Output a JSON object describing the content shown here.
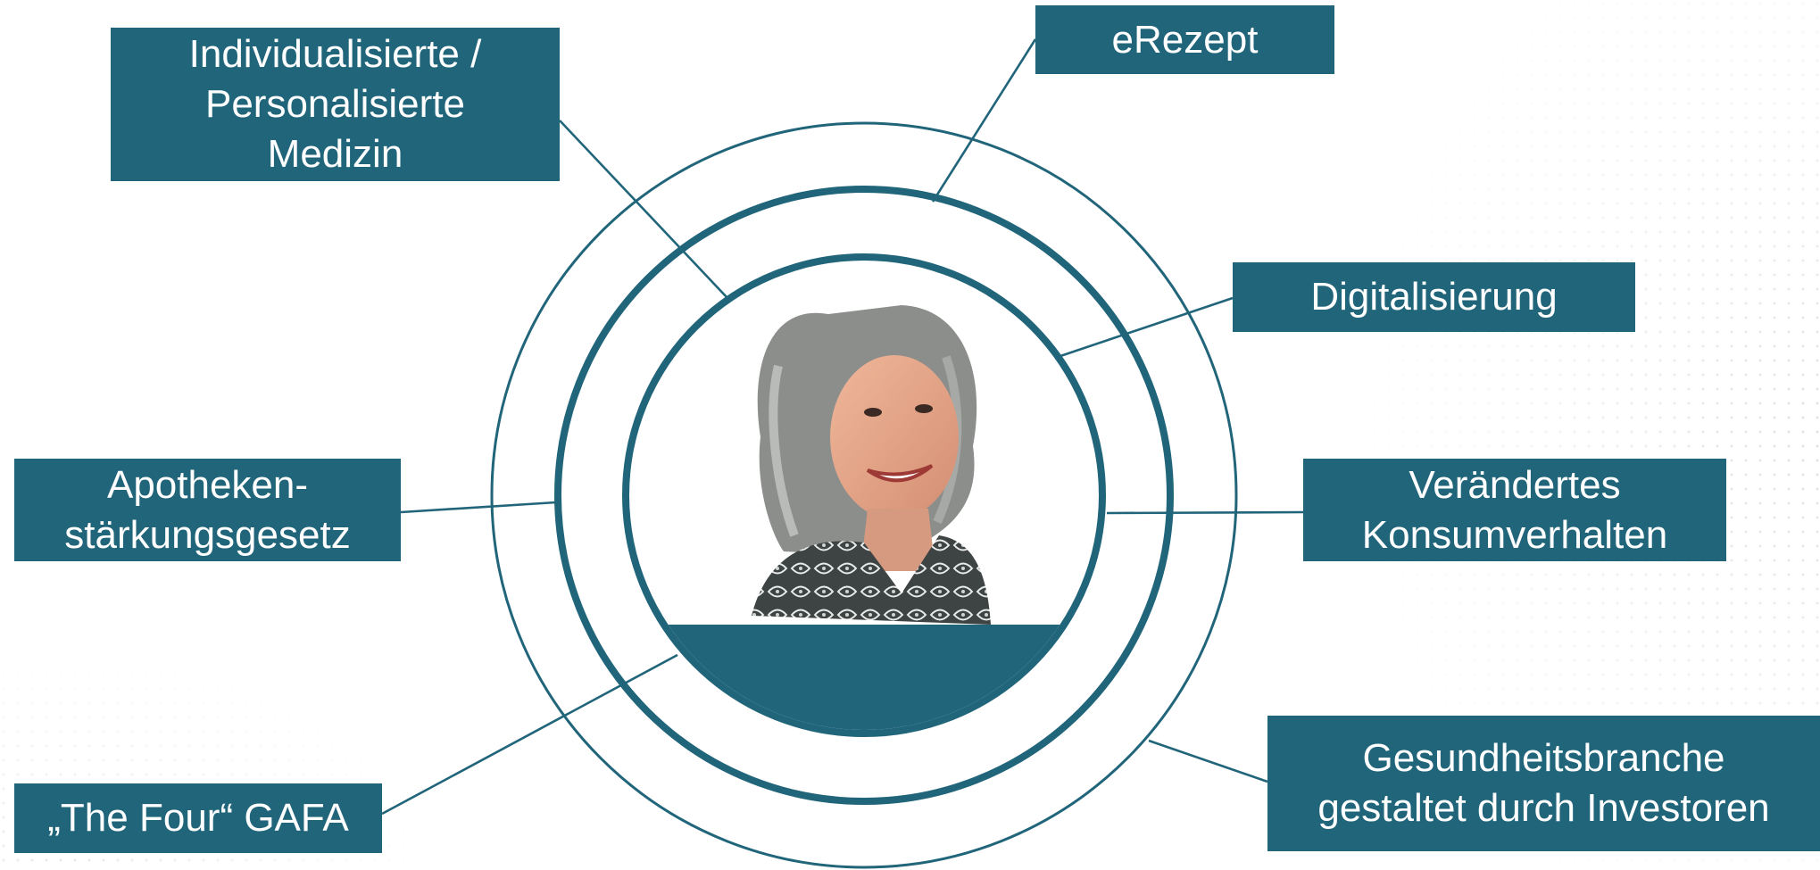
{
  "diagram": {
    "center": {
      "portrait": "smiling-grey-haired-woman-photo"
    },
    "labels": {
      "personalized_medicine": "Individualisierte /\nPersonalisierte\nMedizin",
      "erezept": "eRezept",
      "digitalisierung": "Digitalisierung",
      "apotheken": "Apotheken-\nstärkungsgesetz",
      "konsum": "Verändertes\nKonsumverhalten",
      "gafa": "„The Four“ GAFA",
      "investoren": "Gesundheitsbranche\ngestaltet durch Investoren"
    },
    "colors": {
      "accent": "#21657a",
      "background": "#ffffff",
      "dots": "#c9d2d6"
    }
  }
}
